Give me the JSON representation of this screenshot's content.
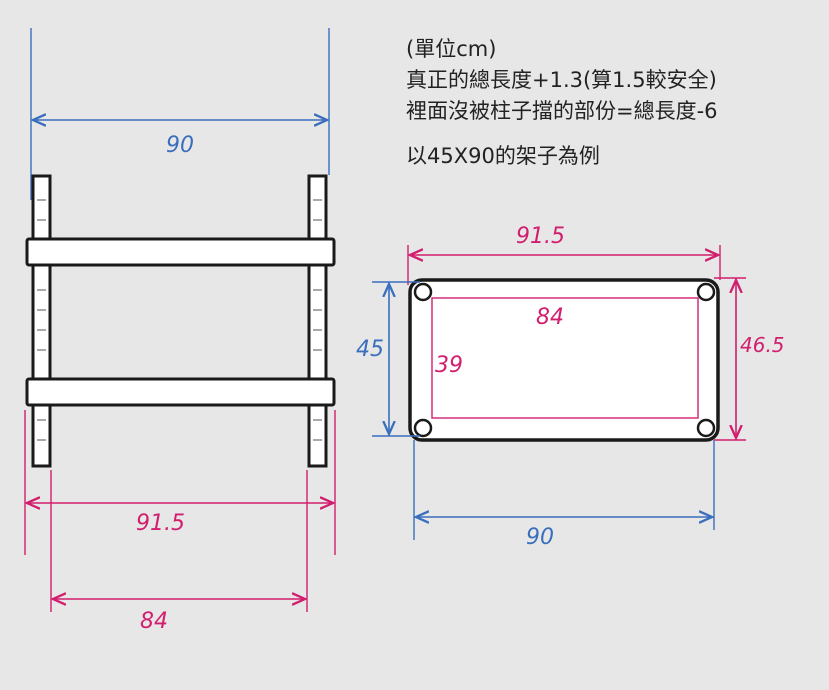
{
  "notes": {
    "line1": "(單位cm)",
    "line2": "真正的總長度+1.3(算1.5較安全)",
    "line3": "裡面沒被柱子擋的部份=總長度-6",
    "line4": "以45X90的架子為例"
  },
  "side_view": {
    "top_width": "90",
    "outer_width": "91.5",
    "inner_width": "84"
  },
  "top_view": {
    "outer_length": "91.5",
    "inner_length": "84",
    "inner_depth": "39",
    "depth": "45",
    "outer_depth": "46.5",
    "length": "90"
  },
  "colors": {
    "blue": "#3a6fbd",
    "pink": "#d21e6e",
    "outline": "#1a1a1a",
    "background": "#e7e7e7"
  }
}
